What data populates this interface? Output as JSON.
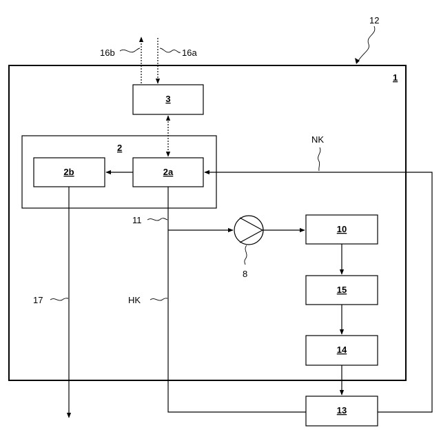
{
  "frame_label": "1",
  "outer_ref": "12",
  "group": {
    "label": "2"
  },
  "blocks": {
    "b3": "3",
    "b2a": "2a",
    "b2b": "2b",
    "b10": "10",
    "b15": "15",
    "b14": "14",
    "b13": "13"
  },
  "refs": {
    "r16b": "16b",
    "r16a": "16a",
    "rNK": "NK",
    "r11": "11",
    "r8": "8",
    "r17": "17",
    "rHK": "HK"
  }
}
